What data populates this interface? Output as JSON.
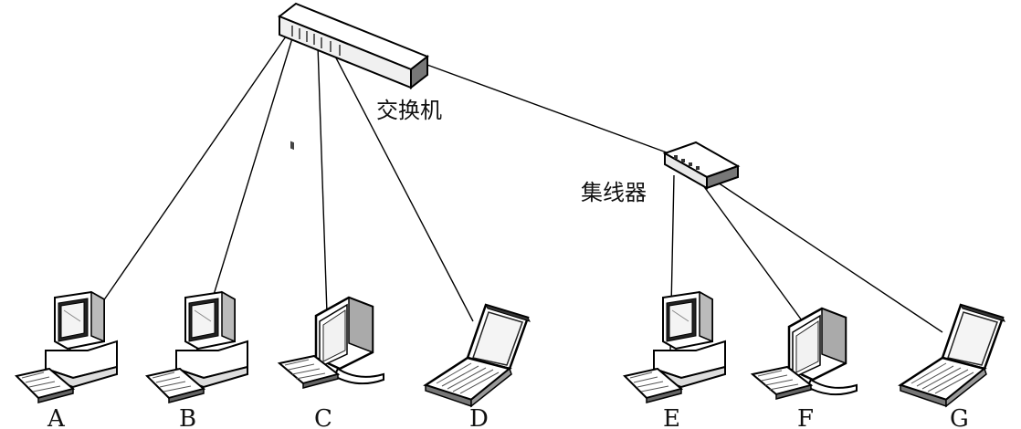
{
  "diagram": {
    "switch_label": "交换机",
    "hub_label": "集线器",
    "nodes": [
      {
        "id": "A",
        "label": "A",
        "kind": "desktop"
      },
      {
        "id": "B",
        "label": "B",
        "kind": "desktop"
      },
      {
        "id": "C",
        "label": "C",
        "kind": "monitor"
      },
      {
        "id": "D",
        "label": "D",
        "kind": "laptop"
      },
      {
        "id": "E",
        "label": "E",
        "kind": "desktop"
      },
      {
        "id": "F",
        "label": "F",
        "kind": "monitor"
      },
      {
        "id": "G",
        "label": "G",
        "kind": "laptop"
      }
    ],
    "links": [
      {
        "from": "switch",
        "to": "A"
      },
      {
        "from": "switch",
        "to": "B"
      },
      {
        "from": "switch",
        "to": "C"
      },
      {
        "from": "switch",
        "to": "D"
      },
      {
        "from": "switch",
        "to": "hub"
      },
      {
        "from": "hub",
        "to": "E"
      },
      {
        "from": "hub",
        "to": "F"
      },
      {
        "from": "hub",
        "to": "G"
      }
    ]
  }
}
